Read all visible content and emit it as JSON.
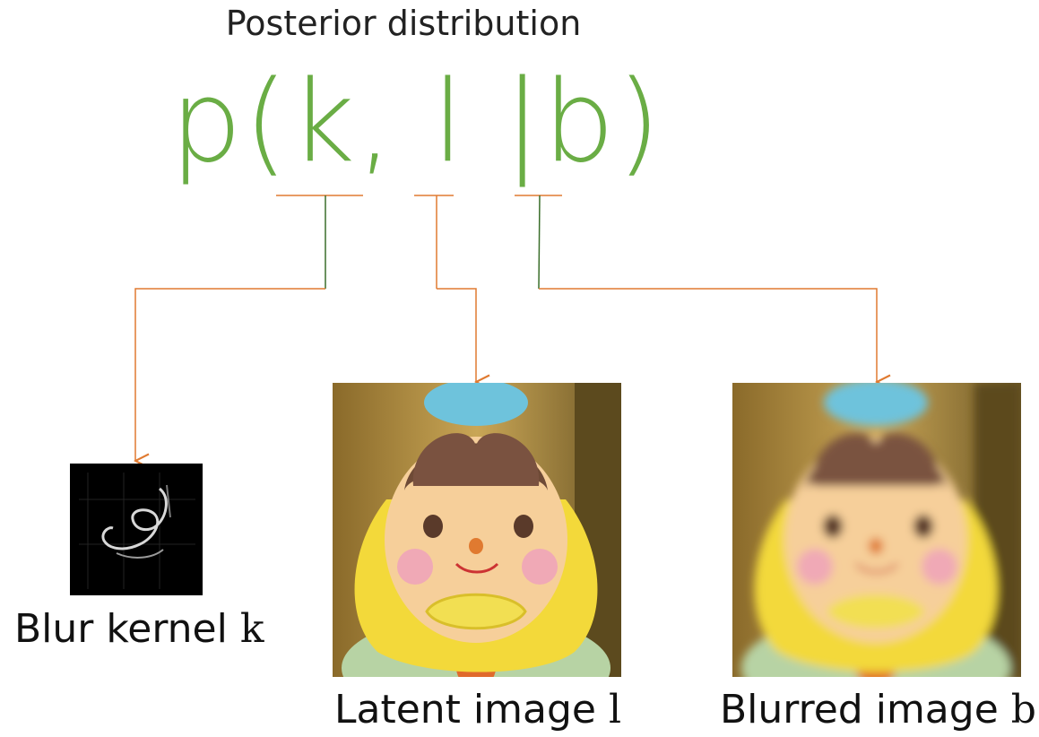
{
  "title": "Posterior distribution",
  "formula": "p(k, l |b)",
  "captions": {
    "kernel": {
      "text": "Blur kernel ",
      "symbol": "k"
    },
    "latent": {
      "text": "Latent image ",
      "symbol": "l"
    },
    "blurred": {
      "text": "Blurred image ",
      "symbol": "b"
    }
  },
  "colors": {
    "formula": "#6aad45",
    "arrow": "#e07a30",
    "stem": "#3a6e2a"
  }
}
